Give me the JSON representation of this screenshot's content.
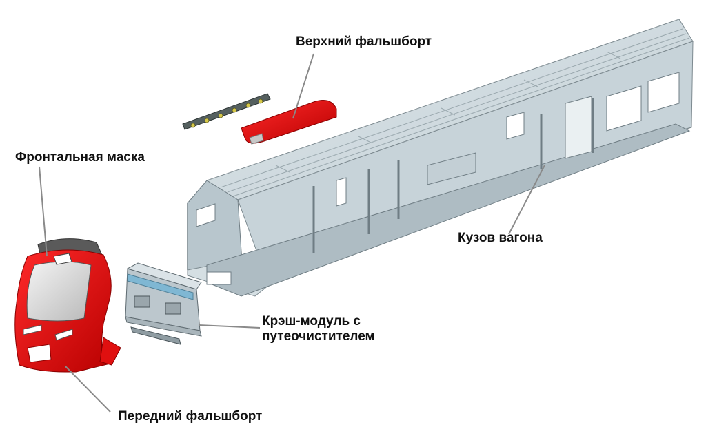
{
  "labels": {
    "upper_fairing": "Верхний фальшборт",
    "front_mask": "Фронтальная маска",
    "car_body": "Кузов вагона",
    "crash_module_line1": "Крэш-модуль с",
    "crash_module_line2": "путеочистителем",
    "front_fairing": "Передний фальшборт"
  },
  "colors": {
    "body_gray": "#cfdadf",
    "body_edge": "#7d8a90",
    "red_part": "#e01010",
    "leader_line": "#8a8a8a",
    "label_text": "#111111"
  }
}
